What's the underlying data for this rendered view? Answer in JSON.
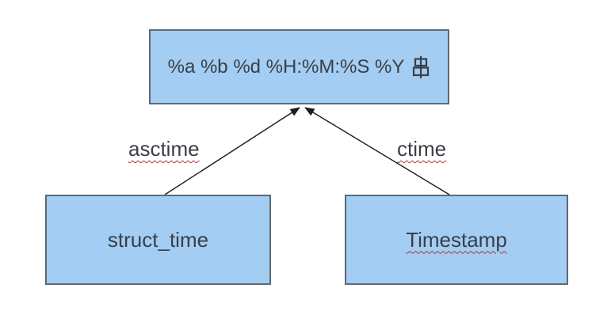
{
  "diagram": {
    "format_box": {
      "text": "%a %b %d %H:%M:%S %Y",
      "cjk_char": "串"
    },
    "nodes": [
      {
        "label": "struct_time",
        "misspell_underline": false
      },
      {
        "label": "Timestamp",
        "misspell_underline": true
      }
    ],
    "edges": [
      {
        "label": "asctime",
        "from": "struct_time",
        "to": "format_box",
        "misspell_underline": true
      },
      {
        "label": "ctime",
        "from": "Timestamp",
        "to": "format_box",
        "misspell_underline": true
      }
    ],
    "colors": {
      "node_fill": "#a3cdf3",
      "node_border": "#5c6a77",
      "text": "#3a3f46",
      "arrow": "#1c1c1c",
      "spellcheck_underline": "#b13434",
      "background": "#ffffff"
    }
  }
}
